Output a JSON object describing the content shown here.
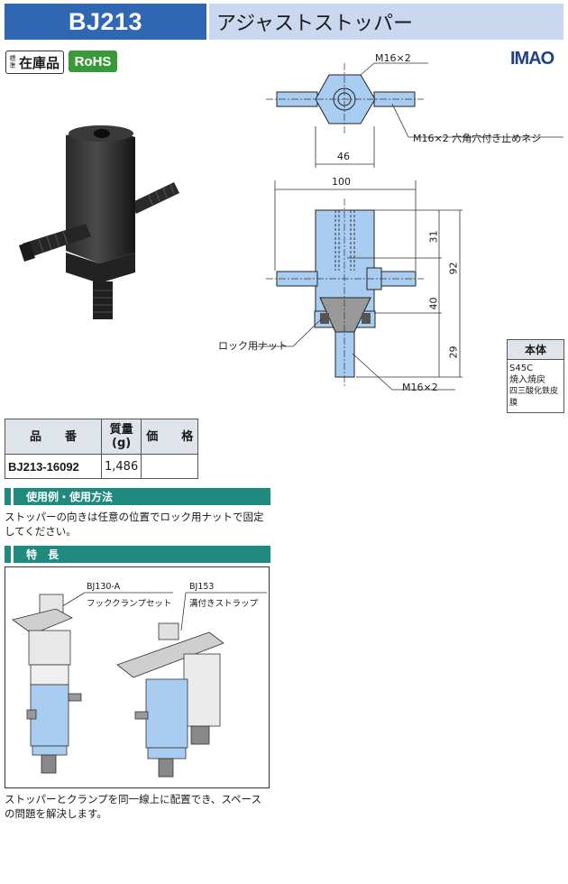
{
  "header": {
    "code": "BJ213",
    "name": "アジャストストッパー"
  },
  "badges": {
    "stock_small": "標準",
    "stock": "在庫品",
    "rohs": "RoHS"
  },
  "brand": {
    "logo": "IMAO"
  },
  "drawing": {
    "thread_top": "M16×2",
    "set_screw": "M16×2 六角穴付き止めネジ",
    "width_46": "46",
    "length_100": "100",
    "dim_31": "31",
    "dim_92": "92",
    "dim_40": "40",
    "dim_29": "29",
    "lock_nut": "ロック用ナット",
    "thread_bottom": "M16×2"
  },
  "material": {
    "title": "本体",
    "lines": [
      "S45C",
      "焼入焼戻",
      "四三酸化鉄皮膜"
    ]
  },
  "spec_table": {
    "headers": {
      "part_no": "品　　番",
      "mass": "質量",
      "mass_unit": "(g)",
      "price": "価　　格"
    },
    "rows": [
      {
        "part_no": "BJ213-16092",
        "mass": "1,486",
        "price": ""
      }
    ]
  },
  "sections": {
    "usage_title": "使用例・使用方法",
    "usage_text": "ストッパーの向きは任意の位置でロック用ナットで固定してください。",
    "feature_title": "特　長",
    "feature_label1_code": "BJ130-A",
    "feature_label1_name": "フッククランプセット",
    "feature_label2_code": "BJ153",
    "feature_label2_name": "溝付きストラップ",
    "feature_text": "ストッパーとクランプを同一線上に配置でき、スペースの問題を解決します。"
  },
  "colors": {
    "header_blue": "#2f67b3",
    "header_light": "#c9d8ee",
    "section_teal": "#1f8a7f",
    "part_blue": "#a9cdf0"
  }
}
